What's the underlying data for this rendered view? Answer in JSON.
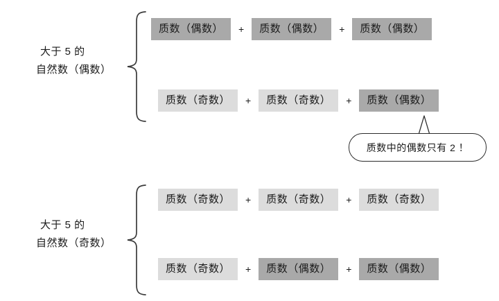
{
  "diagram": {
    "title_text": "",
    "colors": {
      "even_box": "#a9a9a9",
      "odd_box": "#dcdcdc",
      "text": "#1a1a1a",
      "background": "#ffffff",
      "stroke": "#2b2b2b"
    },
    "groups": [
      {
        "id": "even-group",
        "label_line_1": "大于 5 的",
        "label_line_2": "自然数（偶数）",
        "brace_name": "curly-brace-even",
        "rows": [
          {
            "id": "row-1",
            "terms": [
              {
                "text": "质数（偶数）",
                "parity": "even"
              },
              {
                "text": "质数（偶数）",
                "parity": "even"
              },
              {
                "text": "质数（偶数）",
                "parity": "even"
              }
            ],
            "operators": [
              "+",
              "+"
            ]
          },
          {
            "id": "row-2",
            "terms": [
              {
                "text": "质数（奇数）",
                "parity": "odd"
              },
              {
                "text": "质数（奇数）",
                "parity": "odd"
              },
              {
                "text": "质数（偶数）",
                "parity": "even"
              }
            ],
            "operators": [
              "+",
              "+"
            ]
          }
        ]
      },
      {
        "id": "odd-group",
        "label_line_1": "大于 5 的",
        "label_line_2": "自然数（奇数）",
        "brace_name": "curly-brace-odd",
        "rows": [
          {
            "id": "row-3",
            "terms": [
              {
                "text": "质数（奇数）",
                "parity": "odd"
              },
              {
                "text": "质数（奇数）",
                "parity": "odd"
              },
              {
                "text": "质数（奇数）",
                "parity": "odd"
              }
            ],
            "operators": [
              "+",
              "+"
            ]
          },
          {
            "id": "row-4",
            "terms": [
              {
                "text": "质数（奇数）",
                "parity": "odd"
              },
              {
                "text": "质数（偶数）",
                "parity": "even"
              },
              {
                "text": "质数（偶数）",
                "parity": "even"
              }
            ],
            "operators": [
              "+",
              "+"
            ]
          }
        ]
      }
    ],
    "callout": {
      "text": "质数中的偶数只有 2 ！",
      "points_to": "row-2-term-3"
    }
  }
}
